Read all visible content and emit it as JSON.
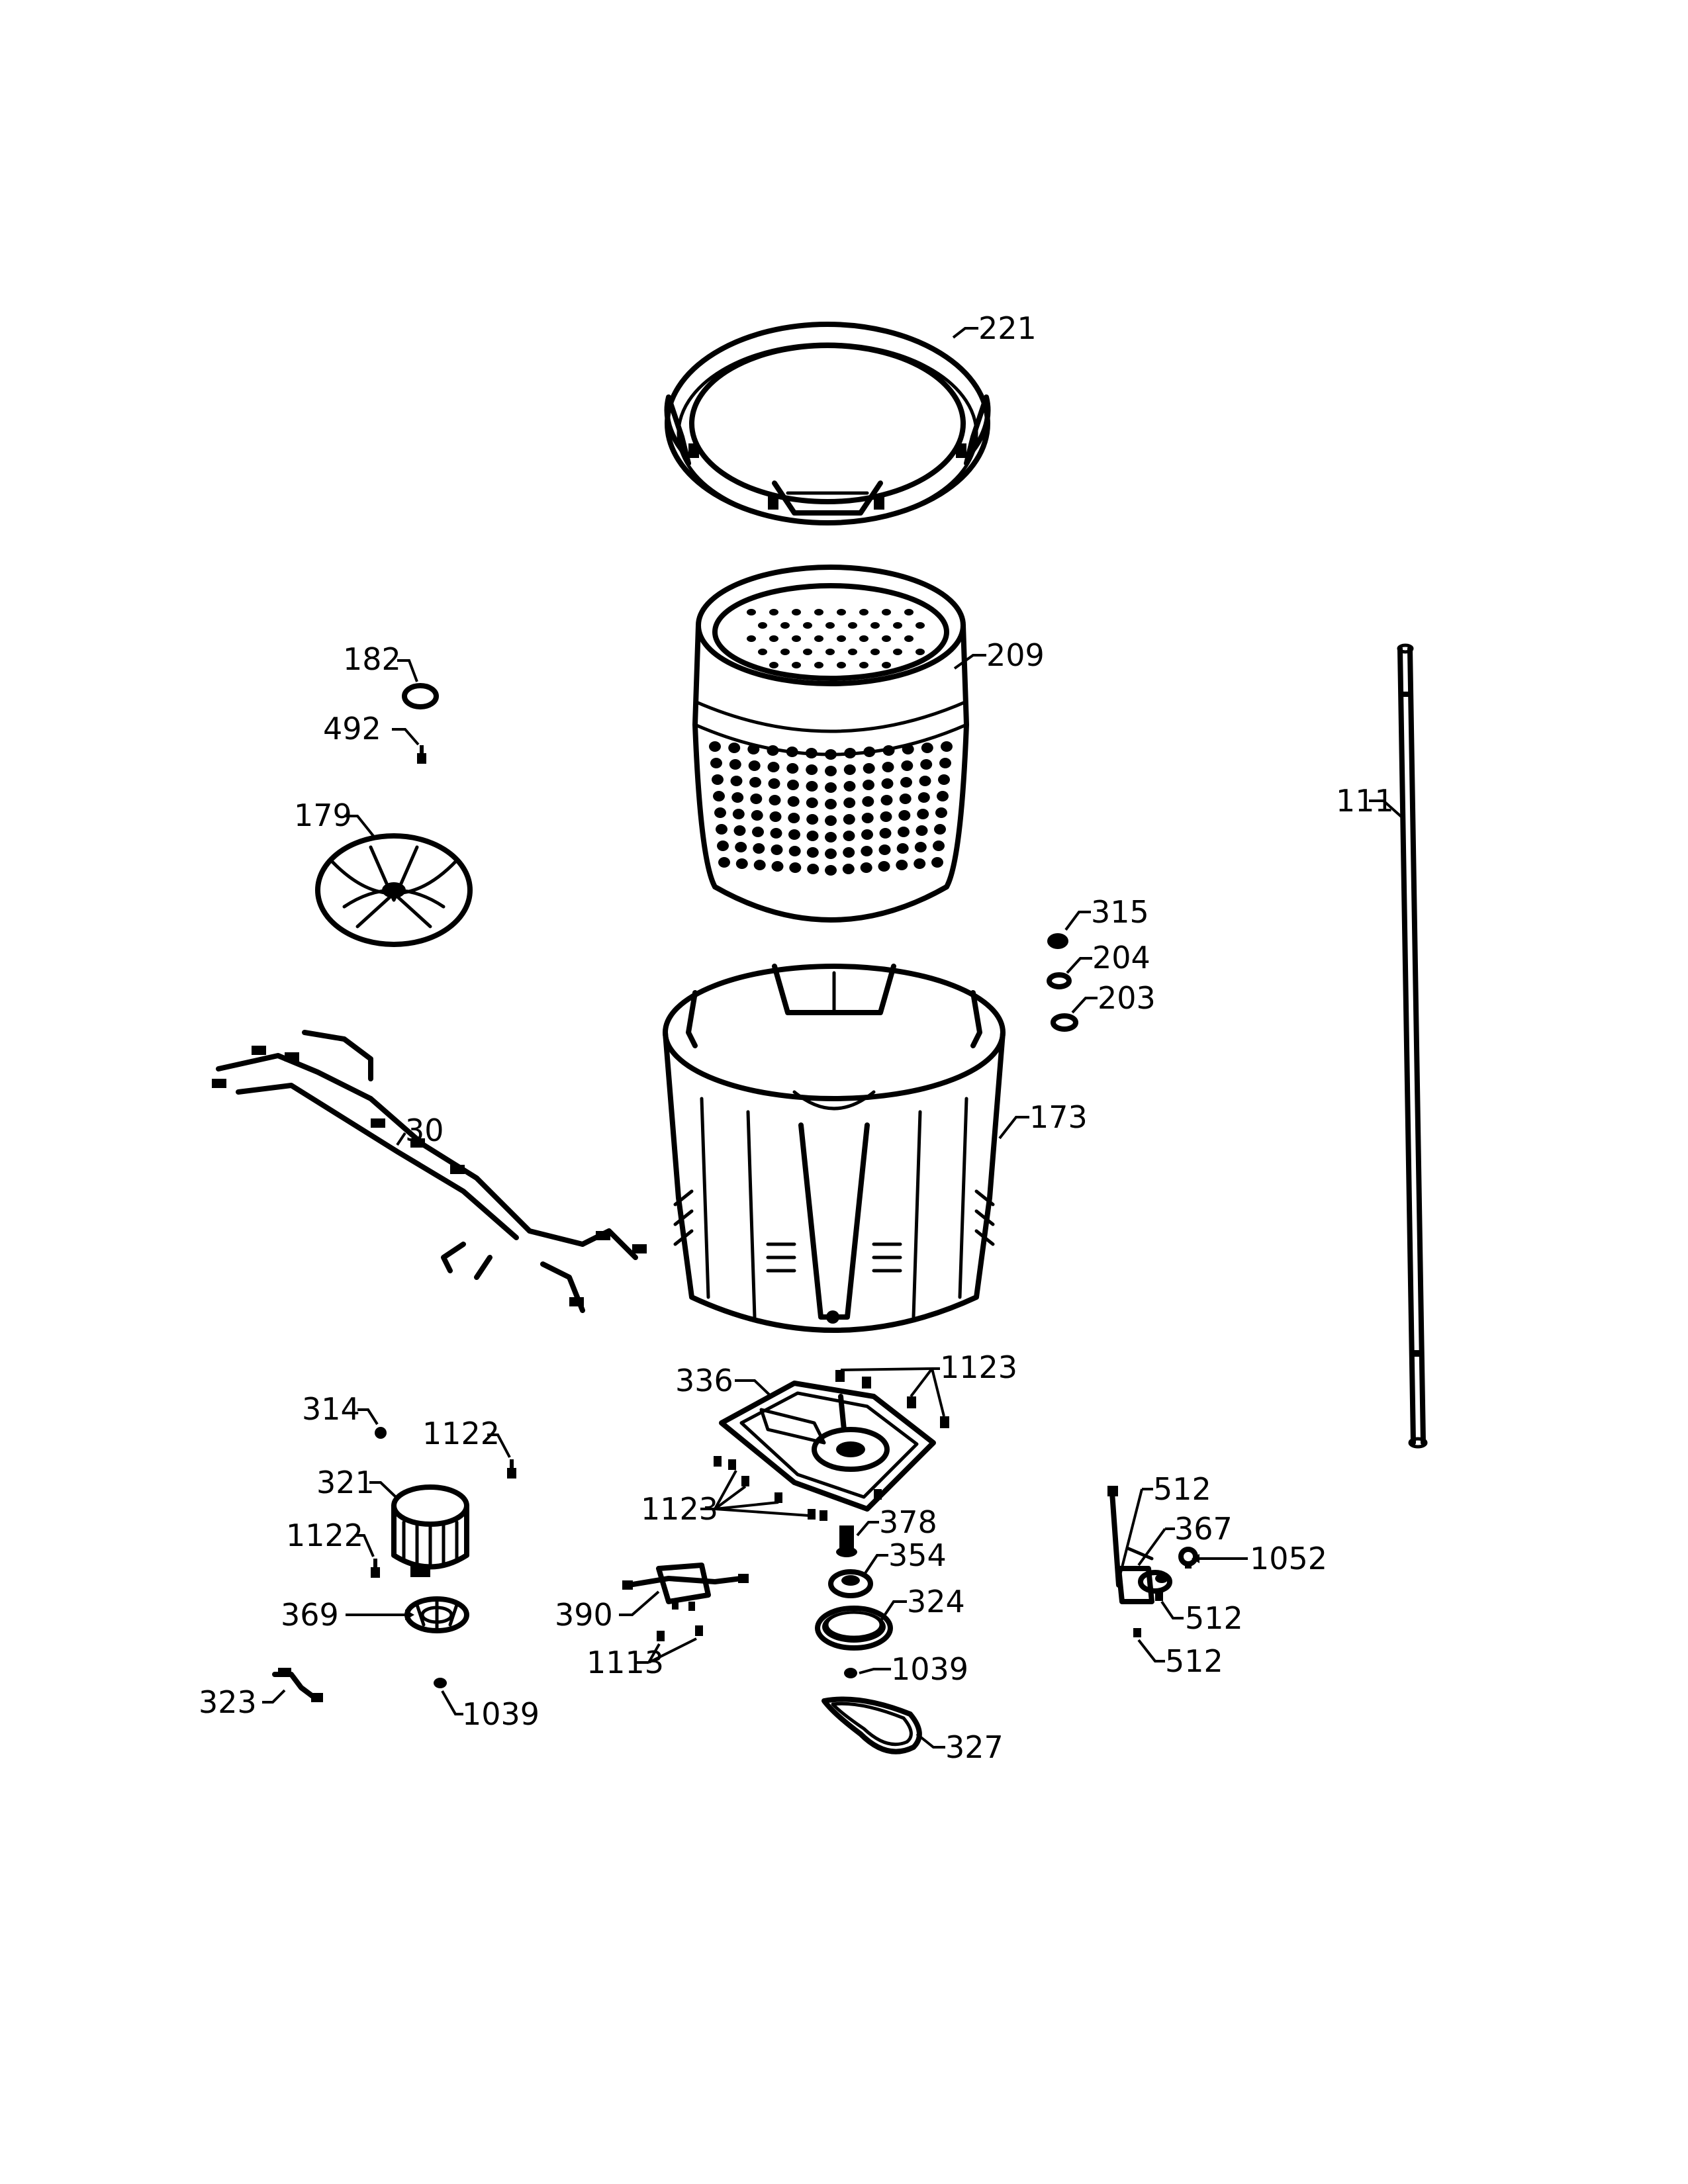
{
  "diagram": {
    "parts": [
      {
        "id": "p221",
        "label": "221",
        "name": "tub-cover-ring"
      },
      {
        "id": "p209",
        "label": "209",
        "name": "wash-basket"
      },
      {
        "id": "p182",
        "label": "182",
        "name": "retainer-ring"
      },
      {
        "id": "p492",
        "label": "492",
        "name": "screw"
      },
      {
        "id": "p179",
        "label": "179",
        "name": "impeller"
      },
      {
        "id": "p111",
        "label": "111",
        "name": "suspension-rod"
      },
      {
        "id": "p315",
        "label": "315",
        "name": "nut"
      },
      {
        "id": "p204",
        "label": "204",
        "name": "washer"
      },
      {
        "id": "p203",
        "label": "203",
        "name": "seal"
      },
      {
        "id": "p173",
        "label": "173",
        "name": "outer-tub"
      },
      {
        "id": "p30",
        "label": "30",
        "name": "wire-harness"
      },
      {
        "id": "p336",
        "label": "336",
        "name": "mounting-plate"
      },
      {
        "id": "p1123a",
        "label": "1123",
        "name": "screw-upper"
      },
      {
        "id": "p1123b",
        "label": "1123",
        "name": "screw-lower"
      },
      {
        "id": "p314",
        "label": "314",
        "name": "screw"
      },
      {
        "id": "p1122a",
        "label": "1122",
        "name": "screw-upper"
      },
      {
        "id": "p321",
        "label": "321",
        "name": "drive-motor"
      },
      {
        "id": "p1122b",
        "label": "1122",
        "name": "screw-lower"
      },
      {
        "id": "p369",
        "label": "369",
        "name": "motor-pulley"
      },
      {
        "id": "p323",
        "label": "323",
        "name": "connector"
      },
      {
        "id": "p1039a",
        "label": "1039",
        "name": "nut-left"
      },
      {
        "id": "p378",
        "label": "378",
        "name": "shaft-coupling"
      },
      {
        "id": "p354",
        "label": "354",
        "name": "pulley-hub"
      },
      {
        "id": "p324",
        "label": "324",
        "name": "drive-pulley"
      },
      {
        "id": "p1039b",
        "label": "1039",
        "name": "nut-right"
      },
      {
        "id": "p327",
        "label": "327",
        "name": "drive-belt"
      },
      {
        "id": "p390",
        "label": "390",
        "name": "shifter-actuator"
      },
      {
        "id": "p1113",
        "label": "1113",
        "name": "screw"
      },
      {
        "id": "p512a",
        "label": "512",
        "name": "screw-top"
      },
      {
        "id": "p367",
        "label": "367",
        "name": "drain-pump"
      },
      {
        "id": "p1052",
        "label": "1052",
        "name": "clamp"
      },
      {
        "id": "p512b",
        "label": "512",
        "name": "screw-mid"
      },
      {
        "id": "p512c",
        "label": "512",
        "name": "screw-bottom"
      }
    ]
  }
}
